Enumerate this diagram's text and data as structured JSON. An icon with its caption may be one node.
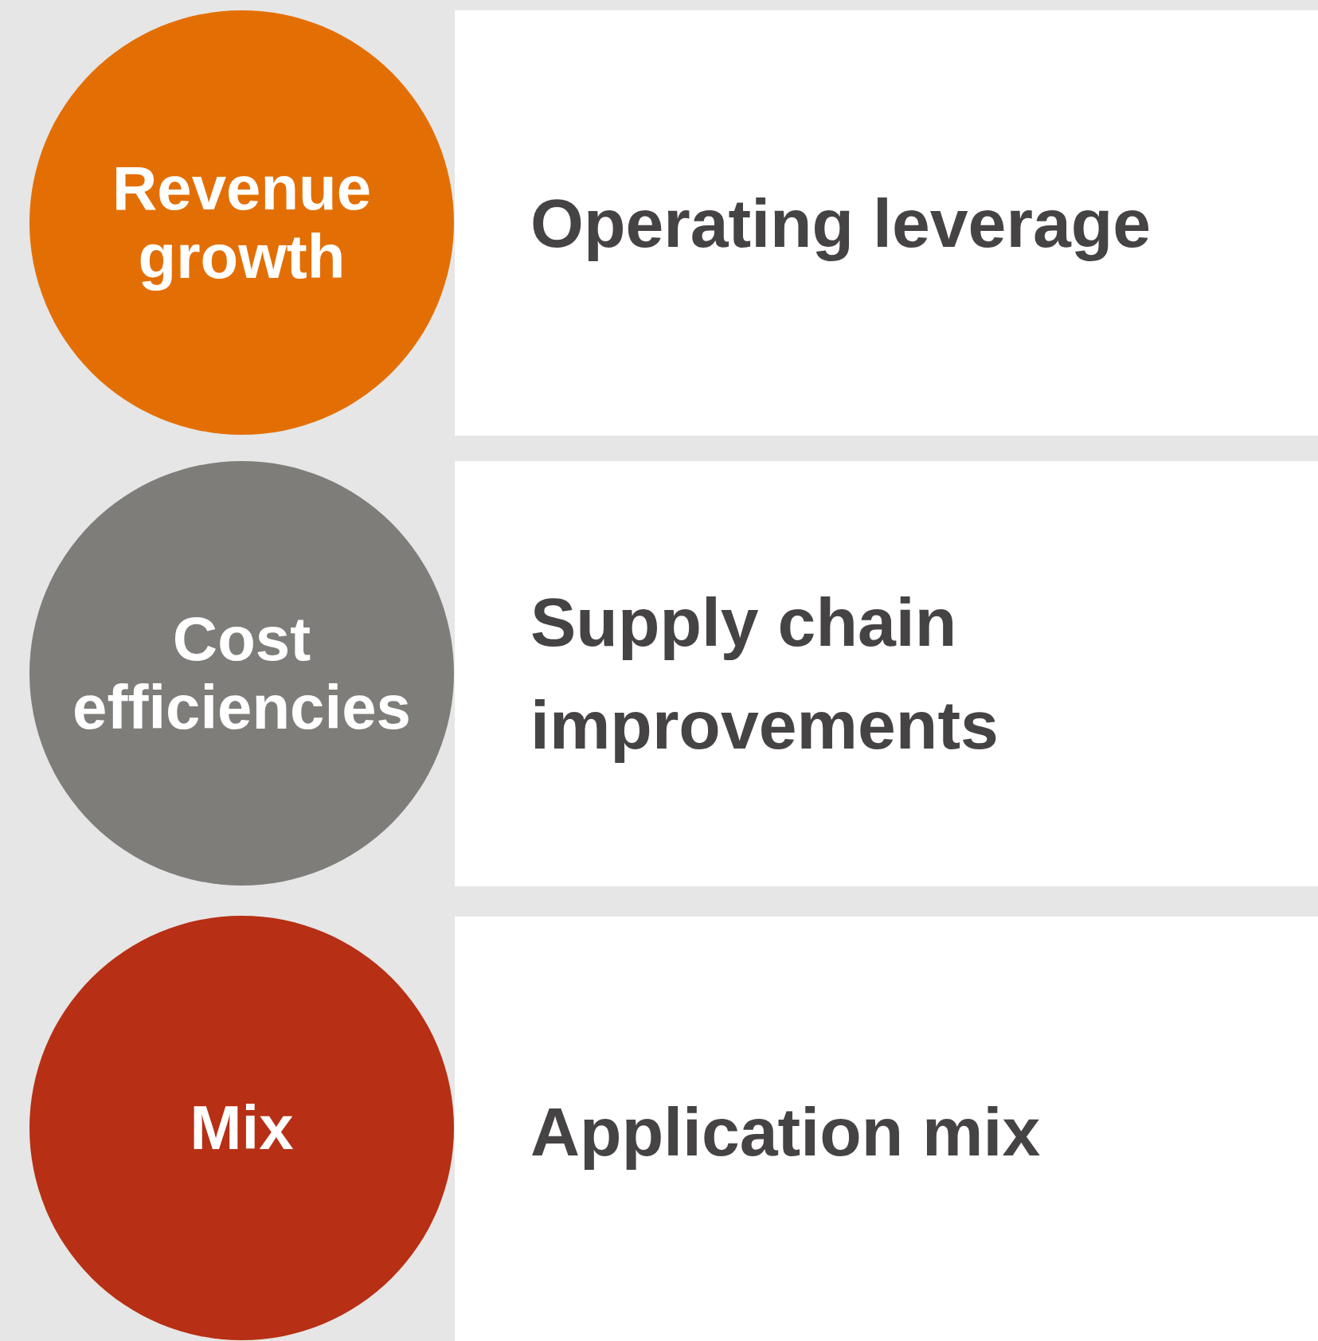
{
  "diagram": {
    "nodes": [
      {
        "text": [
          "Revenue growth"
        ]
      },
      {
        "text": [
          "Operating leverage"
        ]
      },
      {
        "text": [
          "Cost efficiencies"
        ]
      },
      {
        "text": [
          "Supply chain improvements"
        ]
      },
      {
        "text": [
          "Mix"
        ]
      },
      {
        "text": [
          "Application mix"
        ]
      }
    ]
  }
}
